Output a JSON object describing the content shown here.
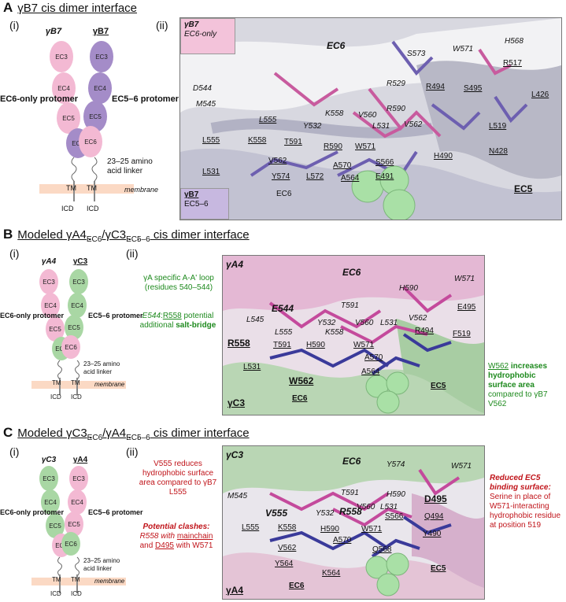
{
  "panels": {
    "A": {
      "letter": "A",
      "title": "γB7 cis dimer interface",
      "sub_i": "(i)",
      "sub_ii": "(ii)",
      "left_name": "γB7",
      "right_name": "γB7",
      "left_domains": [
        "EC3",
        "EC4",
        "EC5",
        "EC6"
      ],
      "right_domains": [
        "EC3",
        "EC4",
        "EC5",
        "EC6"
      ],
      "protomer_left": "EC6-only protomer",
      "protomer_right": "EC5–6 protomer",
      "linker": "23–25 amino acid linker",
      "membrane": "membrane",
      "tm": "TM",
      "icd": "ICD",
      "tag_top_name": "γB7",
      "tag_top_sub": "EC6-only",
      "tag_bottom_name": "γB7",
      "tag_bottom_sub": "EC5–6",
      "labels": {
        "ec6_top": "EC6",
        "s573": "S573",
        "w571_top": "W571",
        "h568": "H568",
        "r517": "R517",
        "r529": "R529",
        "r494": "R494",
        "s495": "S495",
        "l426": "L426",
        "d544": "D544",
        "m545": "M545",
        "l555_top": "L555",
        "k558_top": "K558",
        "y532": "Y532",
        "v560": "V560",
        "r590_top": "R590",
        "l531_top": "L531",
        "v562_top": "V562",
        "l519": "L519",
        "n428": "N428",
        "l555_bot": "L555",
        "k558_bot": "K558",
        "t591": "T591",
        "r590_bot": "R590",
        "w571_bot": "W571",
        "s566": "S566",
        "h490": "H490",
        "l531_bot": "L531",
        "v562_bot": "V562",
        "a570": "A570",
        "a564": "A564",
        "e491": "E491",
        "y574": "Y574",
        "l572": "L572",
        "ec6_bot": "EC6",
        "ec5": "EC5"
      }
    },
    "B": {
      "letter": "B",
      "title_pre": "Modeled γA4",
      "title_sub1": "EC6",
      "title_mid": "/γC3",
      "title_sub2": "EC5–6",
      "title_post": " cis dimer interface",
      "sub_i": "(i)",
      "sub_ii": "(ii)",
      "left_name": "γA4",
      "right_name": "γC3",
      "left_domains": [
        "EC3",
        "EC4",
        "EC5",
        "EC6"
      ],
      "right_domains": [
        "EC3",
        "EC4",
        "EC5",
        "EC6"
      ],
      "protomer_left": "EC6-only protomer",
      "protomer_right": "EC5–6 protomer",
      "linker": "23–25 amino acid linker",
      "membrane": "membrane",
      "tm": "TM",
      "icd": "ICD",
      "note_loop": "γA specific A-A' loop (residues 540–544)",
      "note_salt_pre": "E544",
      "note_salt_r": "R558",
      "note_salt_mid": " potential additional",
      "note_salt_bold": "salt-bridge",
      "note_right_res": "W562",
      "note_right_bold": " increases hydrophobic surface area",
      "note_right_post": " compared to γB7 V562",
      "labels": {
        "ga4": "γA4",
        "ec6_top": "EC6",
        "h590": "H590",
        "w571_top": "W571",
        "e495": "E495",
        "e544": "E544",
        "t591_top": "T591",
        "l545": "L545",
        "l555": "L555",
        "y532": "Y532",
        "v560": "V560",
        "l531_top": "L531",
        "v562": "V562",
        "k558": "K558",
        "r494": "R494",
        "f519": "F519",
        "r558": "R558",
        "t591_bot": "T591",
        "h590_bot": "H590",
        "w571_bot": "W571",
        "a570": "A570",
        "l531_bot": "L531",
        "w562": "W562",
        "a564": "A564",
        "gc3": "γC3",
        "ec6_bot": "EC6",
        "ec5": "EC5"
      }
    },
    "C": {
      "letter": "C",
      "title_pre": "Modeled γC3",
      "title_sub1": "EC6",
      "title_mid": "/γA4",
      "title_sub2": "EC5–6",
      "title_post": " cis dimer interface",
      "sub_i": "(i)",
      "sub_ii": "(ii)",
      "left_name": "γC3",
      "right_name": "γA4",
      "left_domains": [
        "EC3",
        "EC4",
        "EC5",
        "EC6"
      ],
      "right_domains": [
        "EC3",
        "EC4",
        "EC5",
        "EC6"
      ],
      "protomer_left": "EC6-only protomer",
      "protomer_right": "EC5–6 protomer",
      "linker": "23–25 amino acid linker",
      "membrane": "membrane",
      "tm": "TM",
      "icd": "ICD",
      "note_v555": "V555 reduces hydrophobic surface area compared to γB7 L555",
      "note_clash_title": "Potential clashes:",
      "note_clash_1": "R558 with",
      "note_clash_2": "mainchain",
      "note_clash_3": "and",
      "note_clash_4": "D495",
      "note_clash_5": "with W571",
      "note_ec5_title": "Reduced EC5 binding surface:",
      "note_ec5_body": "Serine in place of W571-interacting hydrophobic residue at position 519",
      "labels": {
        "gc3": "γC3",
        "ec6_top": "EC6",
        "y574": "Y574",
        "w571_top": "W571",
        "m545": "M545",
        "t591": "T591",
        "h590": "H590",
        "d495": "D495",
        "v555": "V555",
        "y532": "Y532",
        "r558": "R558",
        "v560": "V560",
        "l531": "L531",
        "s566": "S566",
        "q494": "Q494",
        "l555": "L555",
        "k558": "K558",
        "h590_bot": "H590",
        "a570": "A570",
        "w571_bot": "W571",
        "y490": "Y490",
        "v562": "V562",
        "q568": "Q568",
        "y564": "Y564",
        "k564": "K564",
        "ga4": "γA4",
        "ec6_bot": "EC6",
        "ec5": "EC5"
      }
    }
  },
  "colors": {
    "pink": "#f3b9d3",
    "violet": "#a48cc8",
    "green": "#a9d7a4",
    "membrane": "#fbd9c4",
    "magenta": "#c44a9c",
    "navy": "#3a3a9a",
    "note_green": "#1e8a1e",
    "note_red": "#c0141a"
  }
}
